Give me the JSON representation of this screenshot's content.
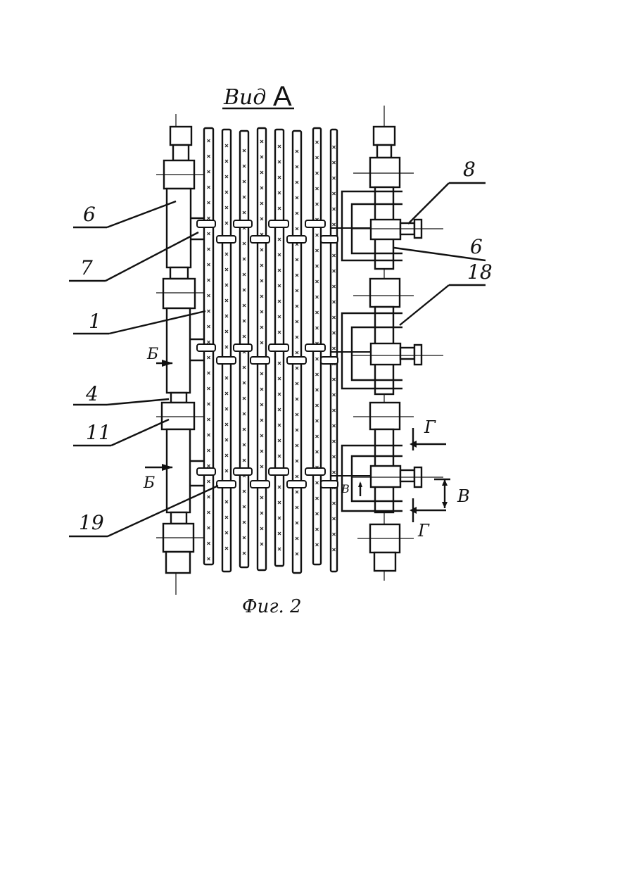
{
  "view": {
    "title_prefix": "Вид",
    "title_letter": "А"
  },
  "caption": "Фиг. 2",
  "left_callouts": [
    "6",
    "7",
    "1",
    "4",
    "11",
    "19"
  ],
  "right_callouts": [
    "8",
    "6",
    "18"
  ],
  "section_marks": {
    "b_upper": "Б",
    "b_lower": "Б",
    "g_upper": "Г",
    "g_lower": "Г",
    "v_side": "В",
    "v_inner": "В"
  }
}
